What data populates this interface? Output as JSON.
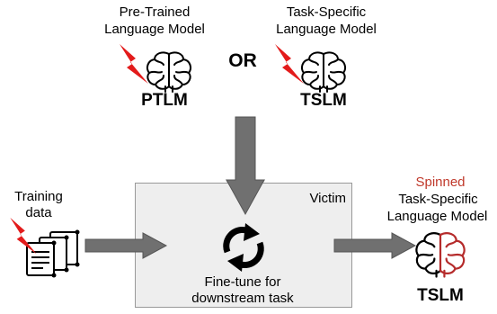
{
  "ptlm": {
    "title_line1": "Pre-Trained",
    "title_line2": "Language Model",
    "abbr": "PTLM"
  },
  "or_text": "OR",
  "tslm_source": {
    "title_line1": "Task-Specific",
    "title_line2": "Language Model",
    "abbr": "TSLM"
  },
  "training": {
    "line1": "Training",
    "line2": "data"
  },
  "victim_box": {
    "label": "Victim",
    "task_line1": "Fine-tune for",
    "task_line2": "downstream task"
  },
  "output": {
    "spinned": "Spinned",
    "line2": "Task-Specific",
    "line3": "Language Model",
    "abbr": "TSLM"
  },
  "colors": {
    "lightning": "#e31b1b",
    "arrow_fill": "#707070",
    "box_fill": "#eeeeee",
    "spinned_text": "#c0392b",
    "brain_red": "#b52b2b"
  }
}
